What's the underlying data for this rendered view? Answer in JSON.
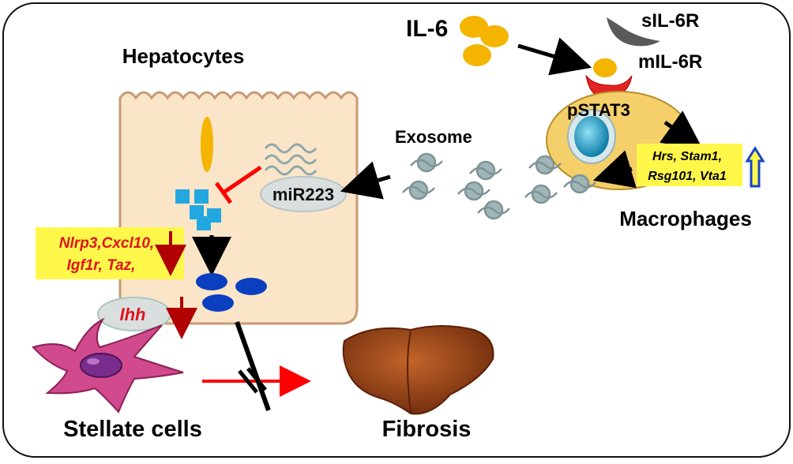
{
  "labels": {
    "hepatocytes": "Hepatocytes",
    "il6": "IL-6",
    "sil6r": "sIL-6R",
    "mil6r": "mIL-6R",
    "pstat3": "pSTAT3",
    "exosome": "Exosome",
    "mir223": "miR223",
    "macrophages": "Macrophages",
    "stellate": "Stellate cells",
    "fibrosis": "Fibrosis",
    "ihh": "Ihh"
  },
  "macrophage_genes": {
    "line1": "Hrs, Stam1,",
    "line2": "Rsg101, Vta1"
  },
  "hepatocyte_genes": {
    "line1": "Nlrp3,Cxcl10,",
    "line2": "Igf1r, Taz,"
  },
  "colors": {
    "cytoplasm": "#fbe5c8",
    "cell_outline": "#c79a74",
    "macrophage": "#f5cf6a",
    "il6": "#f4b400",
    "receptor": "#e42424",
    "nucleus": "#1e9fc4",
    "square": "#22a7e0",
    "oval_blue": "#0a3fbf",
    "mirna_oval": "#d9dfdf",
    "exosome": "#9fb5b8",
    "gene_box": "#fff84a",
    "gene_text": "#e0141e",
    "down_arrow": "#b00000",
    "up_arrow": "#1646c8",
    "stellate": "#d14a8e",
    "liver": "#9a3f16",
    "fibrosis_arrow": "#ff0000"
  }
}
